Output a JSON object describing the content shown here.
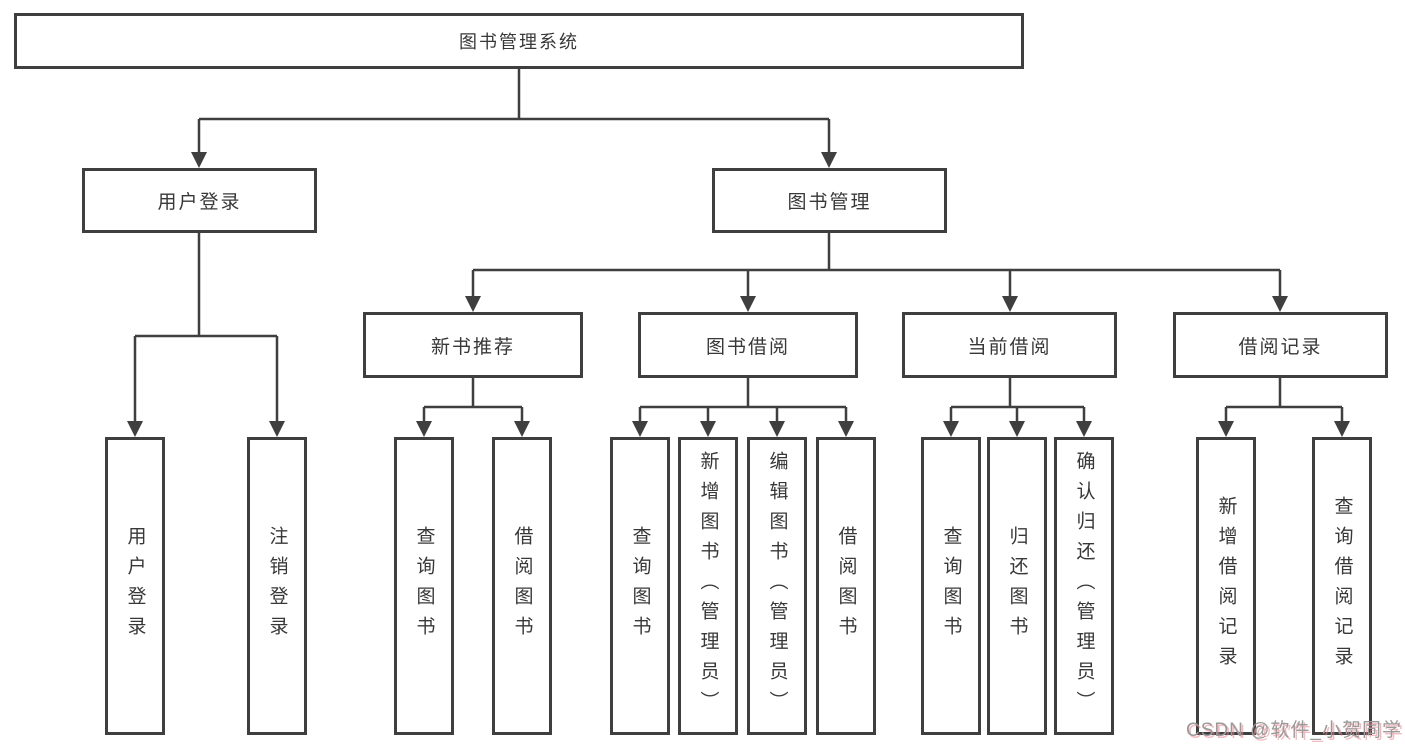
{
  "diagram": {
    "root": {
      "label": "图书管理系统"
    },
    "level2": [
      {
        "label": "用户登录"
      },
      {
        "label": "图书管理"
      }
    ],
    "level3": [
      {
        "label": "新书推荐"
      },
      {
        "label": "图书借阅"
      },
      {
        "label": "当前借阅"
      },
      {
        "label": "借阅记录"
      }
    ],
    "level4": [
      {
        "label": "用户登录"
      },
      {
        "label": "注销登录"
      },
      {
        "label": "查询图书"
      },
      {
        "label": "借阅图书"
      },
      {
        "label": "查询图书"
      },
      {
        "label": "新增图书（管理员）"
      },
      {
        "label": "编辑图书（管理员）"
      },
      {
        "label": "借阅图书"
      },
      {
        "label": "查询图书"
      },
      {
        "label": "归还图书"
      },
      {
        "label": "确认归还（管理员）"
      },
      {
        "label": "新增借阅记录"
      },
      {
        "label": "查询借阅记录"
      }
    ],
    "watermark": "CSDN @软件_小贺同学",
    "colors": {
      "line": "#3f3f3f",
      "text": "#383838",
      "background": "#ffffff",
      "watermark_gray": "#9a9a9a",
      "watermark_shadow_pink": "#eb828c"
    }
  }
}
